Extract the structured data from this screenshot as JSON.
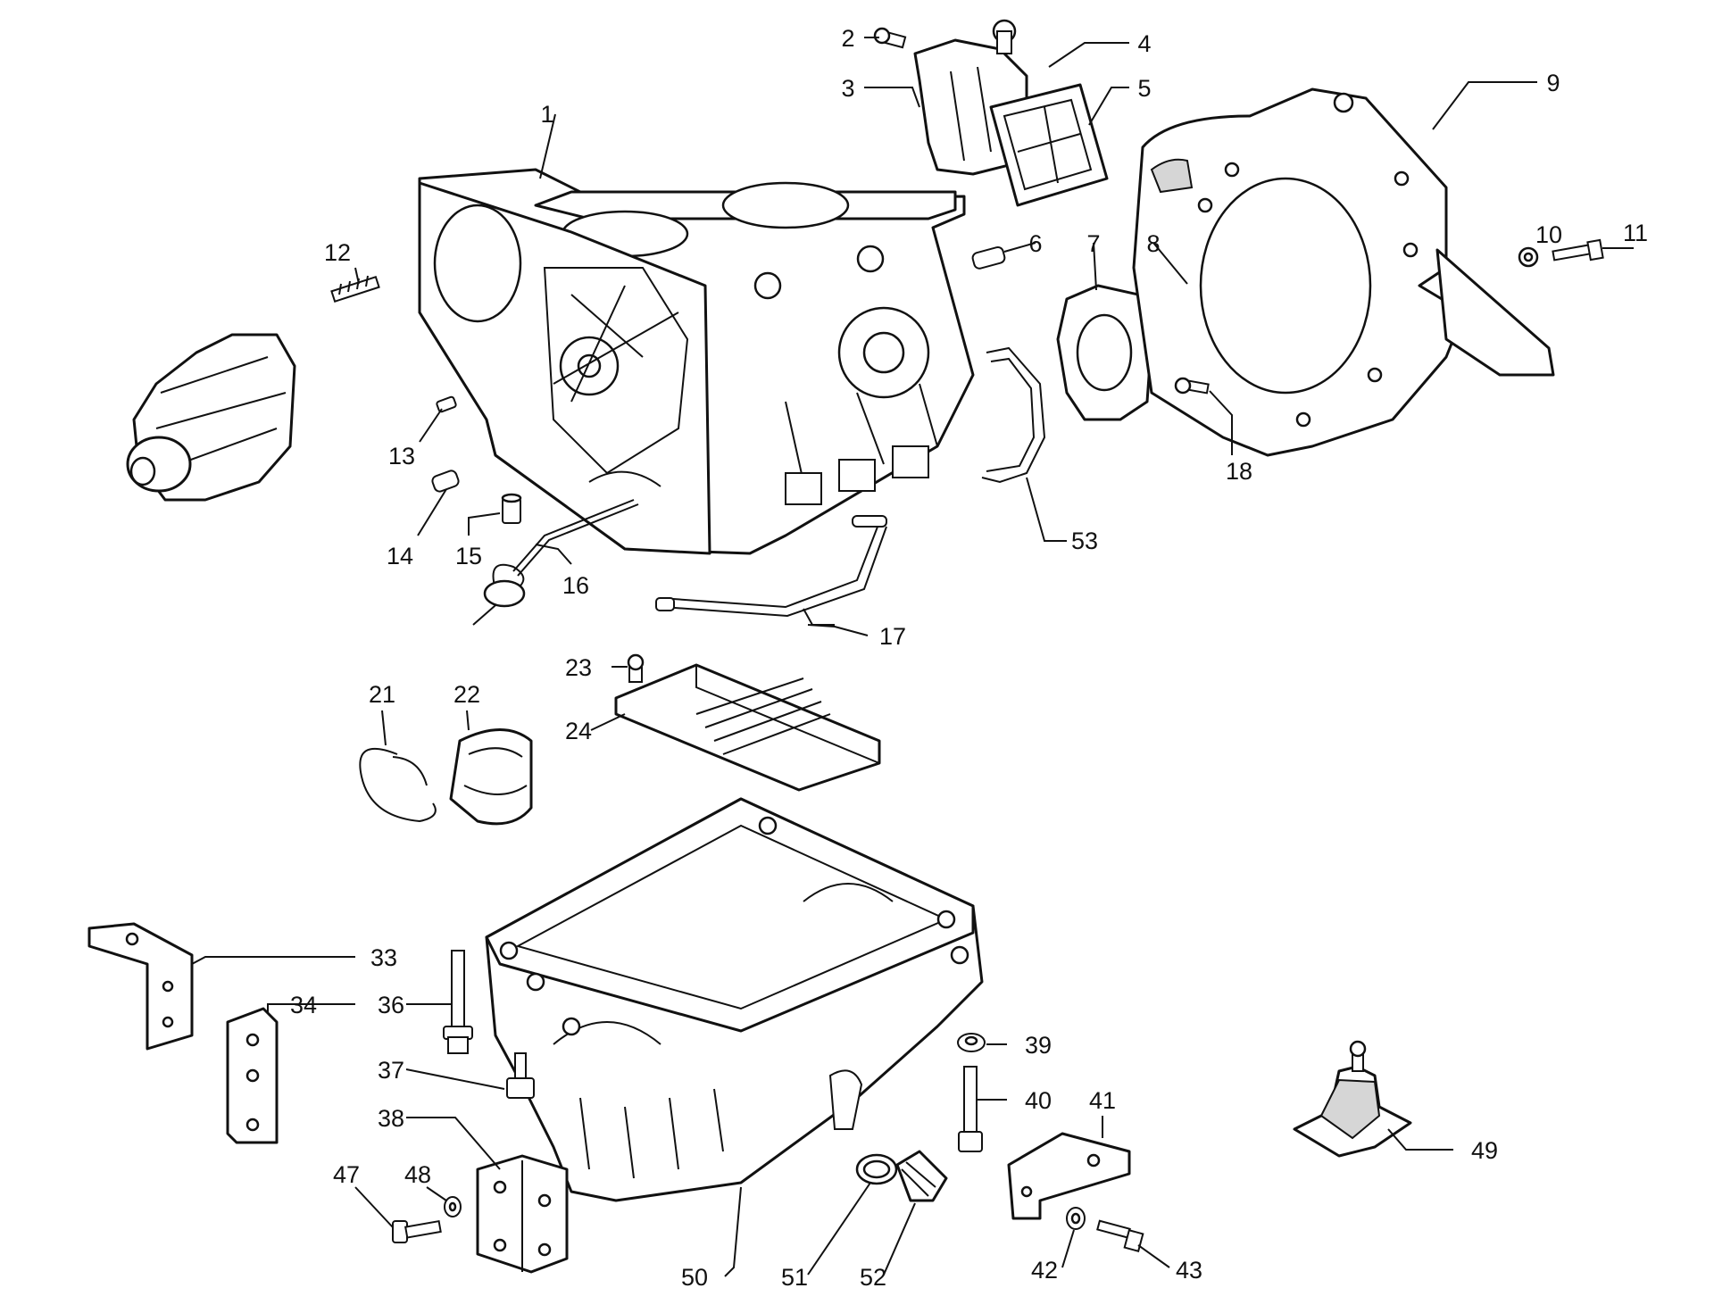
{
  "callouts": {
    "c1": "1",
    "c2": "2",
    "c3": "3",
    "c4": "4",
    "c5": "5",
    "c6": "6",
    "c7": "7",
    "c8": "8",
    "c9": "9",
    "c10": "10",
    "c11": "11",
    "c12": "12",
    "c13": "13",
    "c14": "14",
    "c15": "15",
    "c16": "16",
    "c17": "17",
    "c18": "18",
    "c21": "21",
    "c22": "22",
    "c23": "23",
    "c24": "24",
    "c33": "33",
    "c34": "34",
    "c36": "36",
    "c37": "37",
    "c38": "38",
    "c39": "39",
    "c40": "40",
    "c41": "41",
    "c42": "42",
    "c43": "43",
    "c47": "47",
    "c48": "48",
    "c49": "49",
    "c50": "50",
    "c51": "51",
    "c52": "52",
    "c53": "53"
  },
  "colors": {
    "line": "#111111",
    "background": "#ffffff",
    "shade": "#d6d6d6"
  }
}
